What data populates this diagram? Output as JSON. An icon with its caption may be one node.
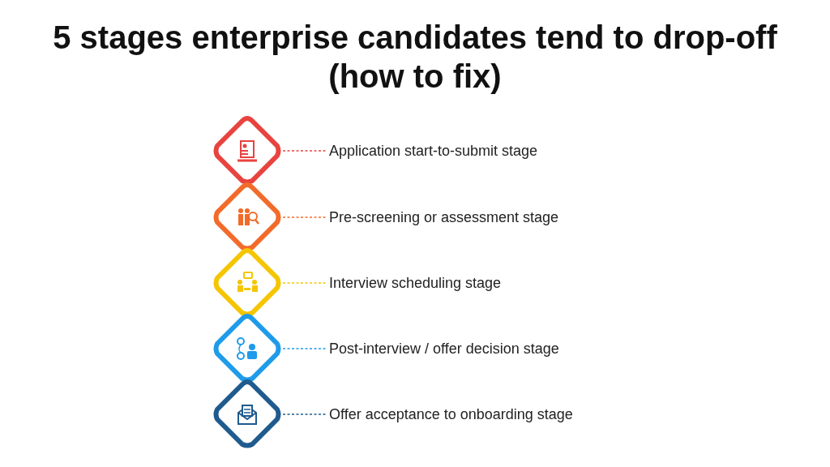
{
  "diagram": {
    "title": "5 stages enterprise candidates tend to drop-off (how to fix)",
    "nodes": [
      {
        "text": [],
        "shape": "diamond"
      },
      {
        "text": [
          "Application start-to-submit stage"
        ]
      },
      {
        "text": [],
        "shape": "diamond"
      },
      {
        "text": [
          "Pre-screening or assessment stage"
        ]
      },
      {
        "text": [],
        "shape": "diamond"
      },
      {
        "text": [
          "Interview scheduling stage"
        ]
      },
      {
        "text": [],
        "shape": "diamond"
      },
      {
        "text": [
          "Post-interview / offer decision stage"
        ]
      },
      {
        "text": [],
        "shape": "diamond"
      },
      {
        "text": [
          "Offer acceptance to onboarding stage"
        ]
      }
    ],
    "edges": [
      {
        "from": 0,
        "to": 1,
        "arrow": "none",
        "style": "dashed",
        "color": "#e8433f"
      },
      {
        "from": 2,
        "to": 3,
        "arrow": "none",
        "style": "dashed",
        "color": "#f26b2a"
      },
      {
        "from": 4,
        "to": 5,
        "arrow": "none",
        "style": "dashed",
        "color": "#f5c500"
      },
      {
        "from": 6,
        "to": 7,
        "arrow": "none",
        "style": "dashed",
        "color": "#1e9be9"
      },
      {
        "from": 8,
        "to": 9,
        "arrow": "none",
        "style": "dashed",
        "color": "#1f5b8e"
      }
    ]
  }
}
